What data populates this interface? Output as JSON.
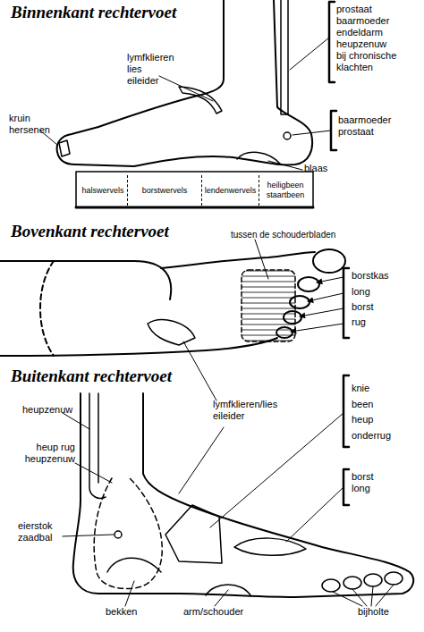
{
  "diagram": {
    "nodes": [
      {
        "text": [
          "halswervels"
        ]
      },
      {
        "text": [
          "borstwervels"
        ]
      },
      {
        "text": [
          "lendenwervels"
        ]
      },
      {
        "text": [
          "heiligbeen staartbeen"
        ]
      }
    ],
    "labels": [
      "Binnenkant rechtervoet",
      "prostaat baarmoeder endeldarm heupzenuw bij chronische klachten",
      "lymfklieren lies eileider",
      "kruin hersenen",
      "baarmoeder prostaat",
      "blaas",
      "Bovenkant rechtervoet",
      "tussen de schouderbladen",
      "borstkas",
      "long",
      "borst",
      "rug",
      "Buitenkant rechtervoet",
      "knie been heup onderrug",
      "heupzenuw",
      "lymfklieren/lies eileider",
      "heup rug heupzenuw",
      "borst long",
      "eierstok zaadbal",
      "bekken",
      "arm/schouder",
      "bijholte"
    ]
  }
}
